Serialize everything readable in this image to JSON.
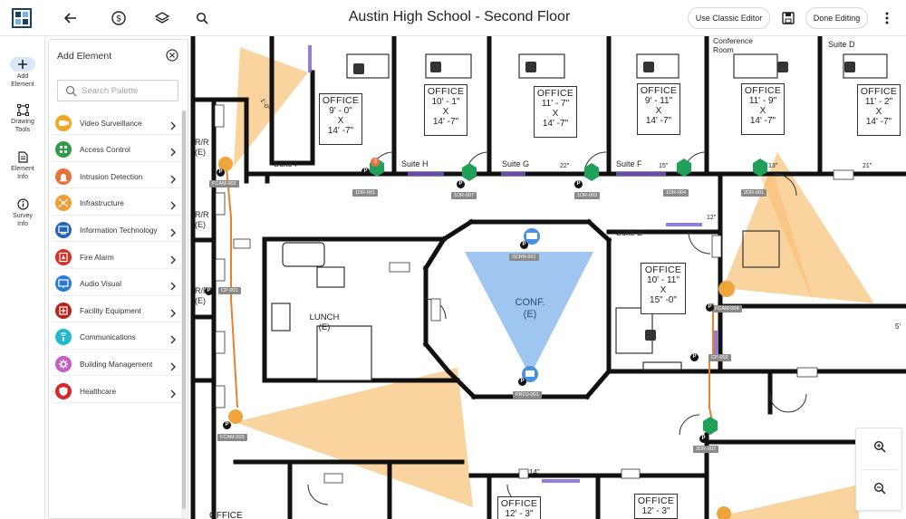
{
  "app": {
    "title": "Austin High School - Second Floor",
    "use_classic_editor": "Use Classic Editor",
    "done_editing": "Done Editing"
  },
  "icons": {
    "logo": "logo-icon",
    "back": "arrow-left-icon",
    "budget": "dollar-circle-icon",
    "layers": "layers-icon",
    "search": "search-icon",
    "save": "save-icon",
    "more": "more-vertical-icon"
  },
  "rail": [
    {
      "label_1": "Add",
      "label_2": "Element",
      "icon": "plus-icon"
    },
    {
      "label_1": "Drawing",
      "label_2": "Tools",
      "icon": "drawing-tools-icon"
    },
    {
      "label_1": "Element",
      "label_2": "Info",
      "icon": "document-icon"
    },
    {
      "label_1": "Survey",
      "label_2": "Info",
      "icon": "info-icon"
    }
  ],
  "palette": {
    "title": "Add Element",
    "search_placeholder": "Search Palette",
    "categories": [
      {
        "label": "Video Surveillance",
        "color": "#f5a623",
        "icon": "camera-icon"
      },
      {
        "label": "Access Control",
        "color": "#2f9e44",
        "icon": "keypad-icon"
      },
      {
        "label": "Intrusion Detection",
        "color": "#e8703a",
        "icon": "alarm-icon"
      },
      {
        "label": "Infrastructure",
        "color": "#f29c38",
        "icon": "network-icon"
      },
      {
        "label": "Information Technology",
        "color": "#2563b8",
        "icon": "computer-icon"
      },
      {
        "label": "Fire Alarm",
        "color": "#d93025",
        "icon": "fire-alarm-icon"
      },
      {
        "label": "Audio Visual",
        "color": "#2b7bd4",
        "icon": "monitor-icon"
      },
      {
        "label": "Facility Equipment",
        "color": "#b3261e",
        "icon": "equipment-icon"
      },
      {
        "label": "Communications",
        "color": "#22b8cf",
        "icon": "communications-icon"
      },
      {
        "label": "Building Management",
        "color": "#c45fc4",
        "icon": "gear-icon"
      },
      {
        "label": "Healthcare",
        "color": "#d62828",
        "icon": "shield-icon"
      }
    ]
  },
  "plan": {
    "suites": [
      "Suite I",
      "Suite H",
      "Suite G",
      "Suite F",
      "Suite E",
      "Suite D"
    ],
    "conference_room": "Conference\nRoom",
    "offices": [
      {
        "title": "OFFICE",
        "w": "9' - 0\"",
        "x": "X",
        "h": "14' -7\""
      },
      {
        "title": "OFFICE",
        "w": "10' - 1\"",
        "x": "X",
        "h": "14' -7\""
      },
      {
        "title": "OFFICE",
        "w": "11' - 7\"",
        "x": "X",
        "h": "14' -7\""
      },
      {
        "title": "OFFICE",
        "w": "9' - 11\"",
        "x": "X",
        "h": "14' -7\""
      },
      {
        "title": "OFFICE",
        "w": "11' - 9\"",
        "x": "X",
        "h": "14' -7\""
      },
      {
        "title": "OFFICE",
        "w": "11' - 2\"",
        "x": "X",
        "h": "14' -7\""
      },
      {
        "title": "OFFICE",
        "w": "10' - 11\"",
        "x": "X",
        "h": "15\" -0\""
      },
      {
        "title": "OFFICE",
        "w": "12' - 3\"",
        "x": "",
        "h": ""
      },
      {
        "title": "OFFICE",
        "w": "12' - 3\"",
        "x": "",
        "h": ""
      },
      {
        "title": "OFFICE",
        "w": "",
        "x": "",
        "h": ""
      }
    ],
    "rooms": [
      {
        "name": "LUNCH",
        "sub": "(E)"
      },
      {
        "name": "CONF.",
        "sub": "(E)"
      },
      {
        "name": "R/R",
        "sub": "(E)"
      },
      {
        "name": "R/R",
        "sub": "(E)"
      },
      {
        "name": "R/R",
        "sub": "(E)"
      }
    ],
    "dimensions": [
      "22\"",
      "15\"",
      "13\"",
      "21\"",
      "12\"",
      "14\"",
      "5'",
      "1'-0\""
    ],
    "devices": [
      {
        "tag": "FCAM-002",
        "type": "camera"
      },
      {
        "tag": "CP-001",
        "type": "panel"
      },
      {
        "tag": "FCAM-003",
        "type": "camera"
      },
      {
        "tag": "1DR-001",
        "type": "door"
      },
      {
        "tag": "1DR-007",
        "type": "door"
      },
      {
        "tag": "1DR-003",
        "type": "door"
      },
      {
        "tag": "1DR-004",
        "type": "door"
      },
      {
        "tag": "2DR-001",
        "type": "door"
      },
      {
        "tag": "SCRN-001",
        "type": "screen"
      },
      {
        "tag": "PROJ-001",
        "type": "projector"
      },
      {
        "tag": "FCAM-004",
        "type": "camera"
      },
      {
        "tag": "CP-002",
        "type": "panel"
      },
      {
        "tag": "2DR-002",
        "type": "door"
      }
    ],
    "door_count_badge": "3",
    "p_marker": "P"
  }
}
